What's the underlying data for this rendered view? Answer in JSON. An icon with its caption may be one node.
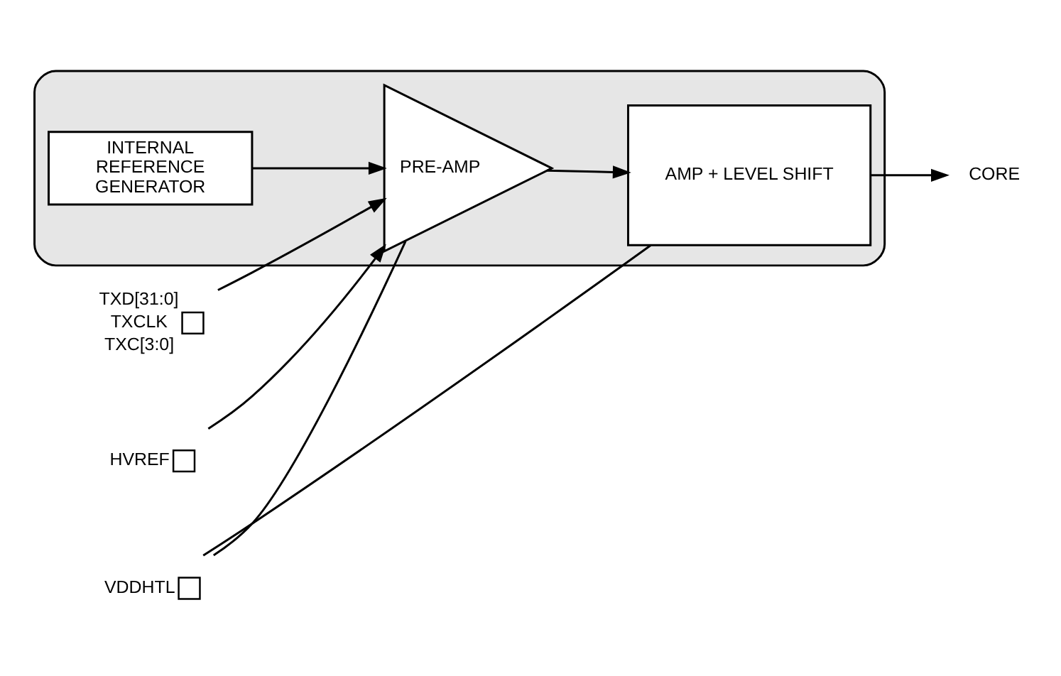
{
  "diagram": {
    "nodes": [
      {
        "text": [],
        "shape": "box"
      },
      {
        "text": [
          "VDDHTL"
        ]
      },
      {
        "text": [
          "TXD[31:0]",
          "TXCLK",
          "TXC[3:0]"
        ]
      },
      {
        "text": [
          "HVREF"
        ]
      },
      {
        "text": [
          "PRE-AMP"
        ],
        "in": 0
      },
      {
        "text": [
          "AMP + LEVEL SHIFT"
        ],
        "in": 0
      },
      {
        "text": [
          "CORE"
        ]
      },
      {
        "text": [
          "INTERNAL REFERENCE GENERATOR"
        ],
        "in": 0
      }
    ],
    "edges": [
      {
        "from": 1,
        "to": 4,
        "arrow": "none"
      },
      {
        "from": 1,
        "to": 5,
        "arrow": "none"
      },
      {
        "from": 2,
        "to": 4,
        "arrow": "to"
      },
      {
        "from": 3,
        "to": 4,
        "arrow": "to"
      },
      {
        "from": 7,
        "to": 4,
        "arrow": "to"
      },
      {
        "from": 4,
        "to": 5,
        "arrow": "to"
      },
      {
        "from": 5,
        "to": 6,
        "arrow": "to"
      }
    ]
  }
}
